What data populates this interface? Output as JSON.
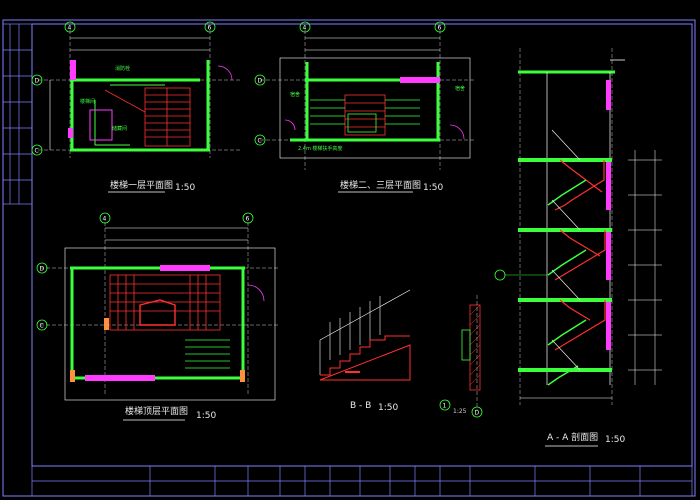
{
  "views": {
    "plan1": {
      "title": "楼梯一层平面图",
      "scale": "1:50"
    },
    "plan2": {
      "title": "楼梯二、三层平面图",
      "scale": "1:50"
    },
    "plan3": {
      "title": "楼梯顶层平面图",
      "scale": "1:50"
    },
    "sectionB": {
      "title": "B - B",
      "scale": "1:50"
    },
    "detail": {
      "scale": "1:25"
    },
    "sectionA": {
      "title": "A - A 剖面图",
      "scale": "1:50"
    }
  },
  "axes": {
    "a4": "4",
    "a6": "6",
    "aD": "D",
    "aC": "C",
    "a1": "1"
  },
  "colors": {
    "background": "#000000",
    "wall": "#3cff3c",
    "stair": "#ff3030",
    "window": "#ff3cff",
    "dim": "#ffffff",
    "frame": "#6060ff"
  }
}
